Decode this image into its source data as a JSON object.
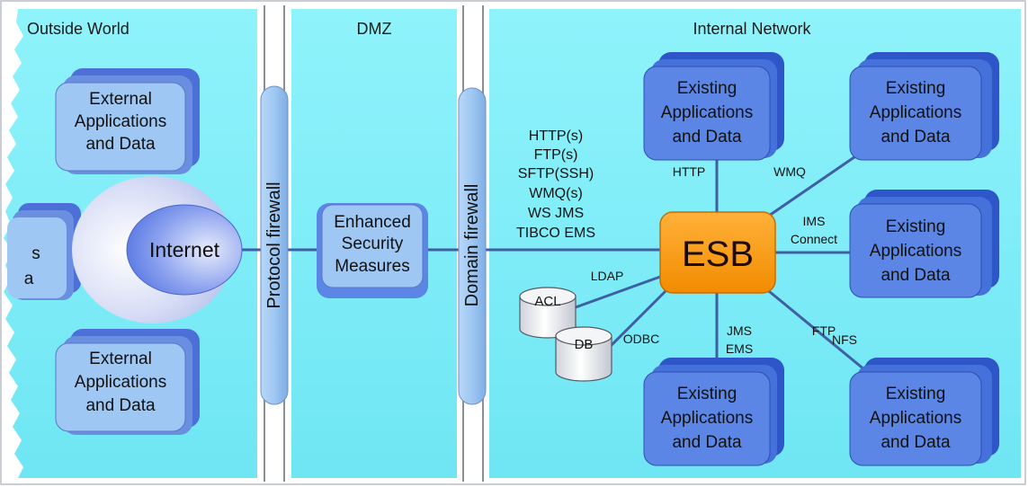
{
  "zones": {
    "outside": "Outside World",
    "dmz": "DMZ",
    "internal": "Internal Network"
  },
  "firewalls": {
    "protocol": "Protocol firewall",
    "domain": "Domain firewall"
  },
  "outside": {
    "external_top": [
      "External",
      "Applications",
      "and Data"
    ],
    "external_bottom": [
      "External",
      "Applications",
      "and Data"
    ],
    "internet": "Internet",
    "partial_left": [
      "s",
      "a"
    ]
  },
  "dmz": {
    "enhanced": [
      "Enhanced",
      "Security",
      "Measures"
    ]
  },
  "protocols": [
    "HTTP(s)",
    "FTP(s)",
    "SFTP(SSH)",
    "WMQ(s)",
    "WS JMS",
    "TIBCO EMS"
  ],
  "esb": "ESB",
  "existing_app": [
    "Existing",
    "Applications",
    "and Data"
  ],
  "links": {
    "http": "HTTP",
    "wmq": "WMQ",
    "ims": "IMS",
    "connect": "Connect",
    "ldap": "LDAP",
    "odbc": "ODBC",
    "jms": "JMS",
    "ems": "EMS",
    "ftp": "FTP",
    "nfs": "NFS"
  },
  "databases": {
    "acl": "ACL",
    "db": "DB"
  },
  "colors": {
    "zone_fill": "#7feefa",
    "box_fill": "#5c86e6",
    "box_light": "#9fc7f3",
    "esb_fill": "#fb9a05",
    "firewall_fill": "#9ec7f2",
    "connector": "#3e5fa3"
  }
}
